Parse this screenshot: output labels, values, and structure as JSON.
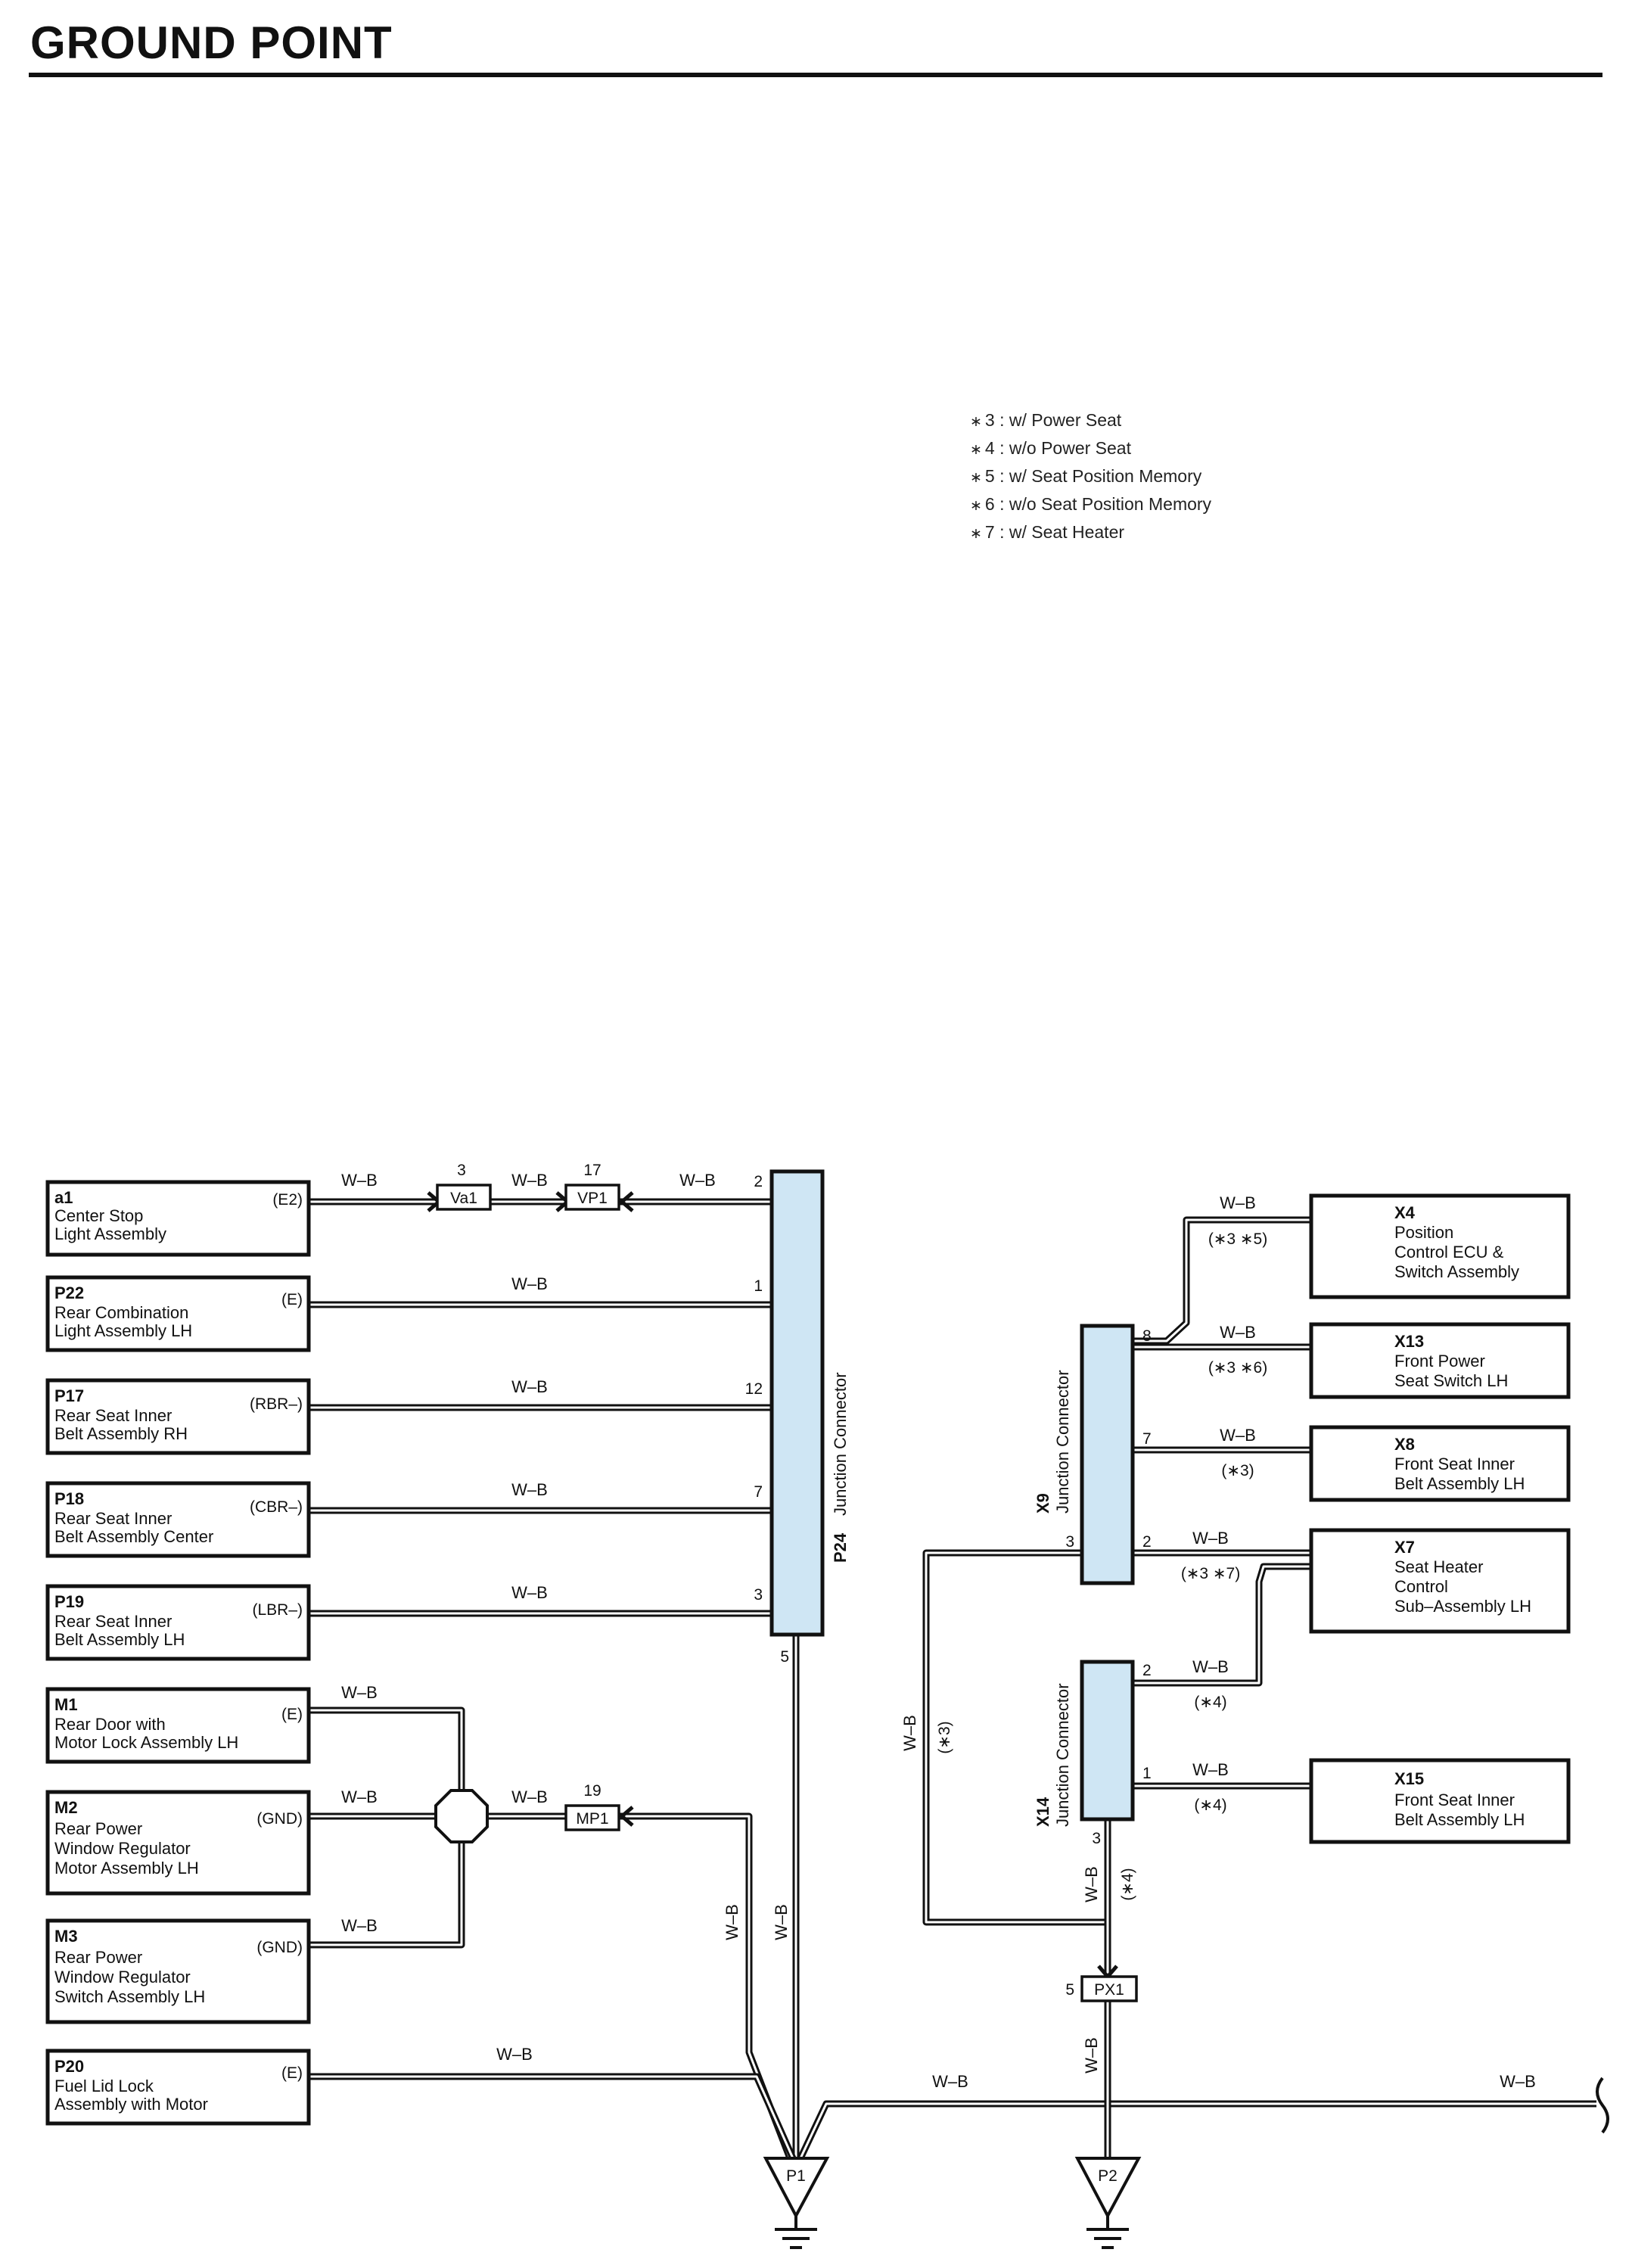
{
  "title": "GROUND POINT",
  "notes": [
    {
      "key": "3",
      "text": "w/ Power Seat"
    },
    {
      "key": "4",
      "text": "w/o Power Seat"
    },
    {
      "key": "5",
      "text": "w/ Seat Position Memory"
    },
    {
      "key": "6",
      "text": "w/o Seat Position Memory"
    },
    {
      "key": "7",
      "text": "w/ Seat Heater"
    }
  ],
  "wire_color": "W–B",
  "colors": {
    "junction_fill": "#cfe6f4",
    "line": "#111111"
  },
  "components_left": [
    {
      "code": "a1",
      "lines": [
        "Center Stop",
        "Light Assembly"
      ],
      "terminal": "(E2)"
    },
    {
      "code": "P22",
      "lines": [
        "Rear Combination",
        "Light Assembly LH"
      ],
      "terminal": "(E)"
    },
    {
      "code": "P17",
      "lines": [
        "Rear Seat Inner",
        "Belt Assembly RH"
      ],
      "terminal": "(RBR–)"
    },
    {
      "code": "P18",
      "lines": [
        "Rear Seat Inner",
        "Belt Assembly Center"
      ],
      "terminal": "(CBR–)"
    },
    {
      "code": "P19",
      "lines": [
        "Rear Seat Inner",
        "Belt Assembly LH"
      ],
      "terminal": "(LBR–)"
    },
    {
      "code": "M1",
      "lines": [
        "Rear Door with",
        "Motor Lock Assembly LH"
      ],
      "terminal": "(E)"
    },
    {
      "code": "M2",
      "lines": [
        "Rear Power",
        "Window Regulator",
        "Motor Assembly LH"
      ],
      "terminal": "(GND)"
    },
    {
      "code": "M3",
      "lines": [
        "Rear Power",
        "Window Regulator",
        "Switch Assembly LH"
      ],
      "terminal": "(GND)"
    },
    {
      "code": "P20",
      "lines": [
        "Fuel Lid Lock",
        "Assembly with Motor"
      ],
      "terminal": "(E)"
    }
  ],
  "components_right": [
    {
      "code": "X4",
      "lines": [
        "Position",
        "Control ECU &",
        "Switch Assembly"
      ]
    },
    {
      "code": "X13",
      "lines": [
        "Front Power",
        "Seat Switch LH"
      ]
    },
    {
      "code": "X8",
      "lines": [
        "Front Seat Inner",
        "Belt Assembly LH"
      ]
    },
    {
      "code": "X7",
      "lines": [
        "Seat Heater",
        "Control",
        "Sub–Assembly LH"
      ]
    },
    {
      "code": "X15",
      "lines": [
        "Front Seat Inner",
        "Belt Assembly LH"
      ]
    }
  ],
  "junctions": {
    "p24": {
      "code": "P24",
      "name": "Junction Connector",
      "pins": [
        "2",
        "1",
        "12",
        "7",
        "3",
        "5"
      ]
    },
    "x9": {
      "code": "X9",
      "name": "Junction Connector",
      "pins": [
        "8",
        "7",
        "3",
        "2"
      ]
    },
    "x14": {
      "code": "X14",
      "name": "Junction Connector",
      "pins": [
        "2",
        "1",
        "3"
      ]
    }
  },
  "connectors": {
    "va1": {
      "label": "Va1",
      "pin": "3"
    },
    "vp1": {
      "label": "VP1",
      "pin": "17"
    },
    "mp1": {
      "label": "MP1",
      "pin": "19"
    },
    "px1": {
      "label": "PX1",
      "pin": "5"
    }
  },
  "conditions": {
    "x4": "(∗3 ∗5)",
    "x13": "(∗3 ∗6)",
    "x8": "(∗3)",
    "x7": "(∗3 ∗7)",
    "x14_pin2": "(∗4)",
    "x15": "(∗4)",
    "loop": "(∗3)",
    "x14_down": "(∗4)"
  },
  "grounds": {
    "p1": "P1",
    "p2": "P2"
  }
}
